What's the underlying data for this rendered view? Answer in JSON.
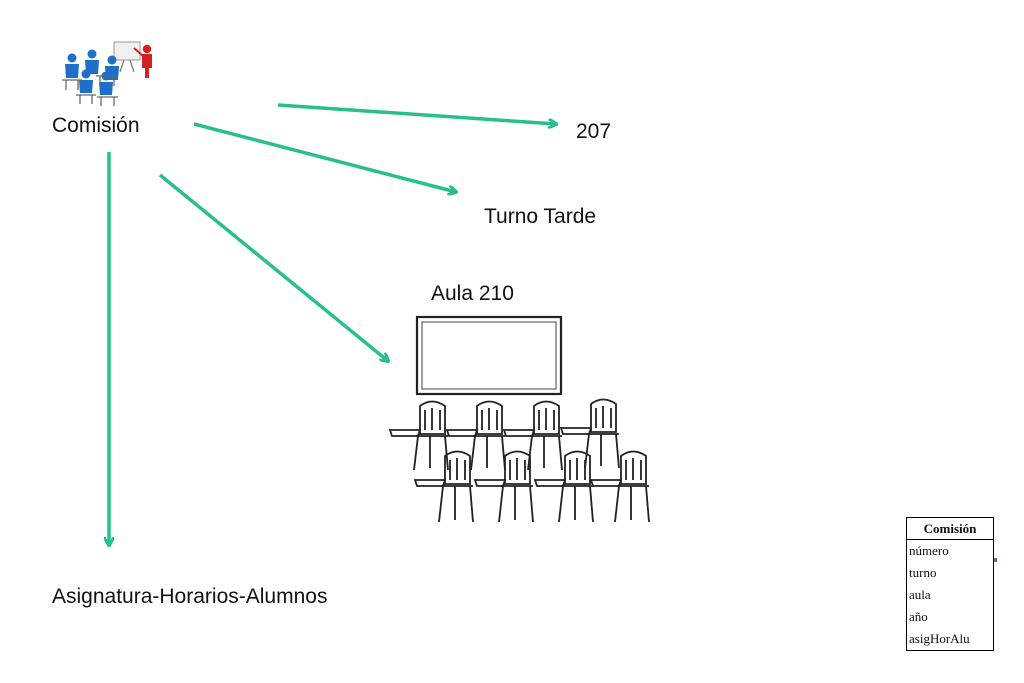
{
  "labels": {
    "comision": "Comisión",
    "numero": "207",
    "turno": "Turno Tarde",
    "aula": "Aula 210",
    "asignatura": "Asignatura-Horarios-Alumnos"
  },
  "class_box": {
    "title": "Comisión",
    "attributes": [
      "número",
      "turno",
      "aula",
      "año",
      "asigHorAlu"
    ]
  },
  "colors": {
    "arrow": "#27c08a"
  },
  "icons": {
    "people": "teacher-students-icon",
    "classroom": "classroom-desks-icon"
  }
}
